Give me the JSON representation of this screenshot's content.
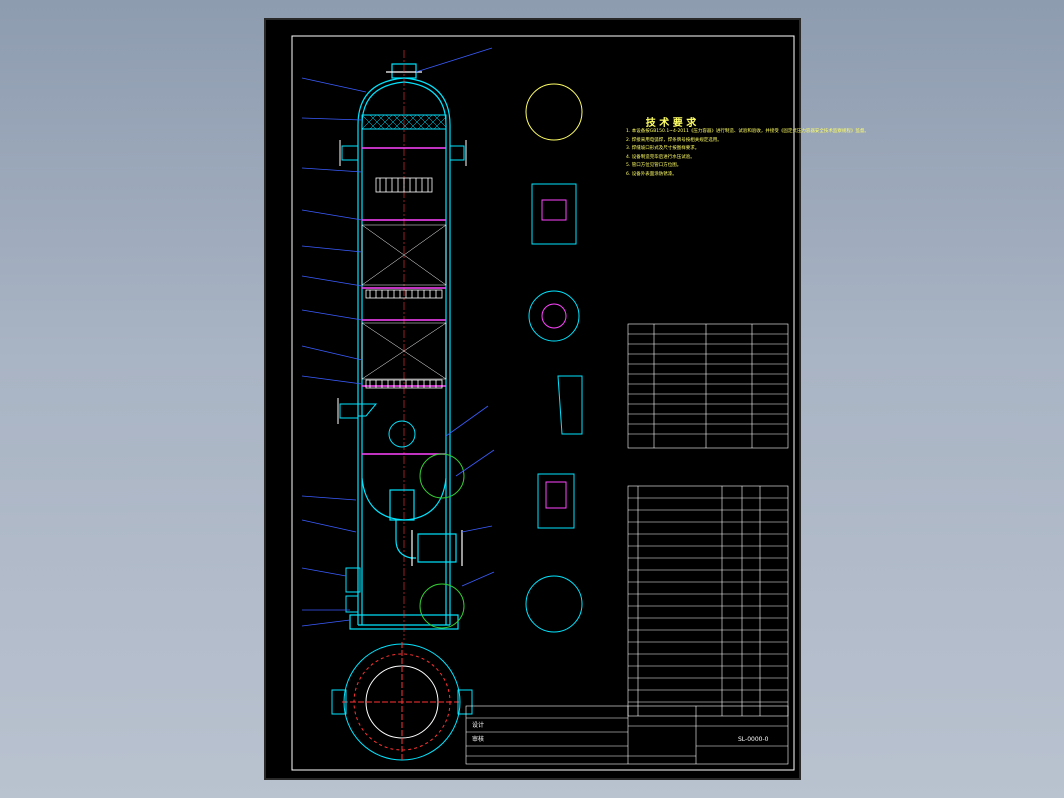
{
  "drawing": {
    "background_color": "#000000",
    "frame_color": "#ffffff",
    "vessel_color": "#00e5ff",
    "leader_color": "#3a5cff",
    "detail_circle_color": "#33cc33",
    "accent_color": "#ff3333",
    "yellow_color": "#ffff66"
  },
  "technical_requirements": {
    "title": "技 术 要 求",
    "notes": [
      "1. 本设备按GB150.1~4-2011《压力容器》进行制造、试验和验收，并接受《固定式压力容器安全技术监察规程》监督。",
      "2. 焊接采用电弧焊，焊条牌号按相关规定选用。",
      "3. 焊缝坡口形式及尺寸按图样要求。",
      "4. 设备制造完毕后进行水压试验。",
      "5. 管口方位见管口方位图。",
      "6. 设备外表面涂防锈漆。"
    ]
  },
  "title_block": {
    "drawing_number": "SL-0000-0",
    "design_name": "设计",
    "check_name": "审核"
  }
}
